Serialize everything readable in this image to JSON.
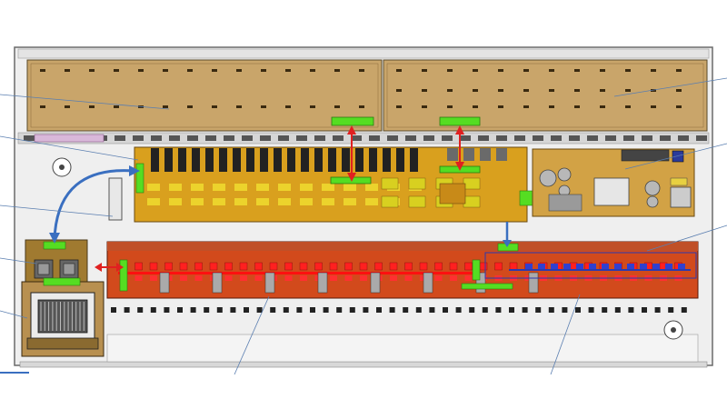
{
  "diagram": {
    "kind": "electronics-chassis-layout",
    "components": [
      {
        "id": "top-left-cover-plate",
        "color": "#c9a56a"
      },
      {
        "id": "top-right-cover-plate",
        "color": "#c9a56a"
      },
      {
        "id": "main-control-board",
        "color": "#d9a01e"
      },
      {
        "id": "power-supply-board",
        "color": "#d2a245"
      },
      {
        "id": "output-driver-board",
        "color": "#d24a1c"
      },
      {
        "id": "connector-module",
        "color": "#a07a30"
      },
      {
        "id": "transformer-assembly",
        "color": "#b89050"
      }
    ],
    "connection_colors": {
      "red": "#e02020",
      "blue": "#3a6fc0",
      "green": "#55dd22"
    },
    "callout_color": "#5a7eb0"
  }
}
